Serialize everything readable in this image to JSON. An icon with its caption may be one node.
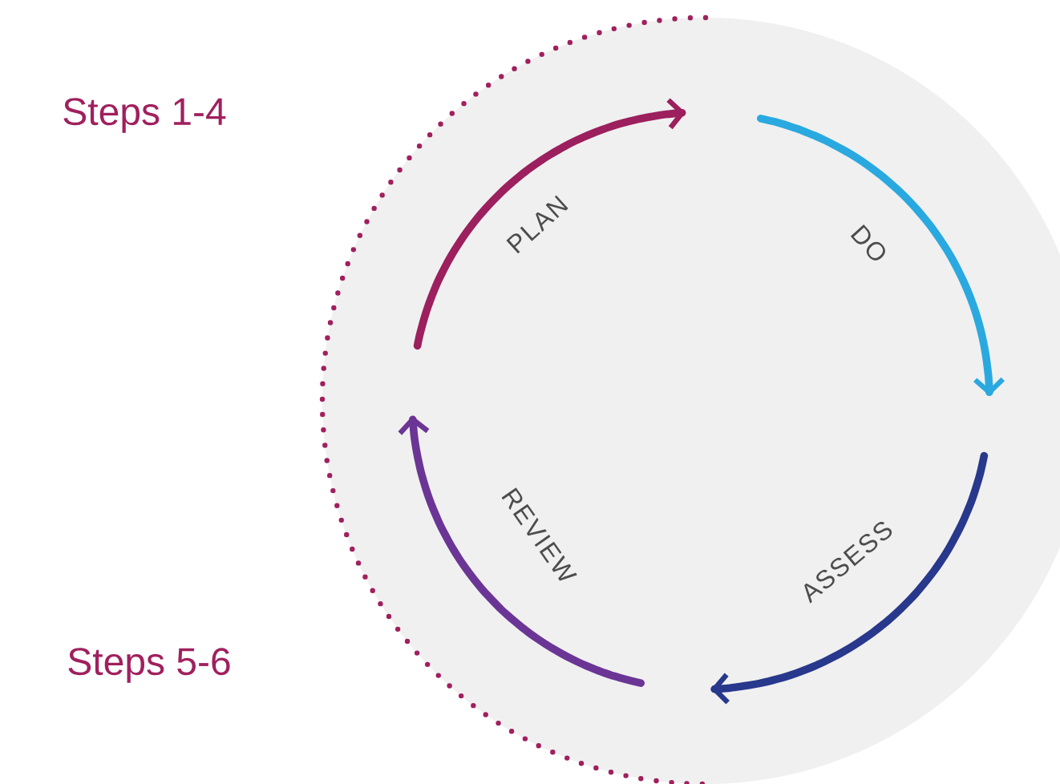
{
  "diagram": {
    "nodes": [
      {
        "text": [
          "PLAN"
        ]
      },
      {
        "text": [
          "DO"
        ]
      },
      {
        "text": [
          "ASSESS"
        ]
      },
      {
        "text": [
          "REVIEW"
        ]
      }
    ],
    "labels": [
      "Steps 1-4",
      "Steps 5-6"
    ]
  }
}
